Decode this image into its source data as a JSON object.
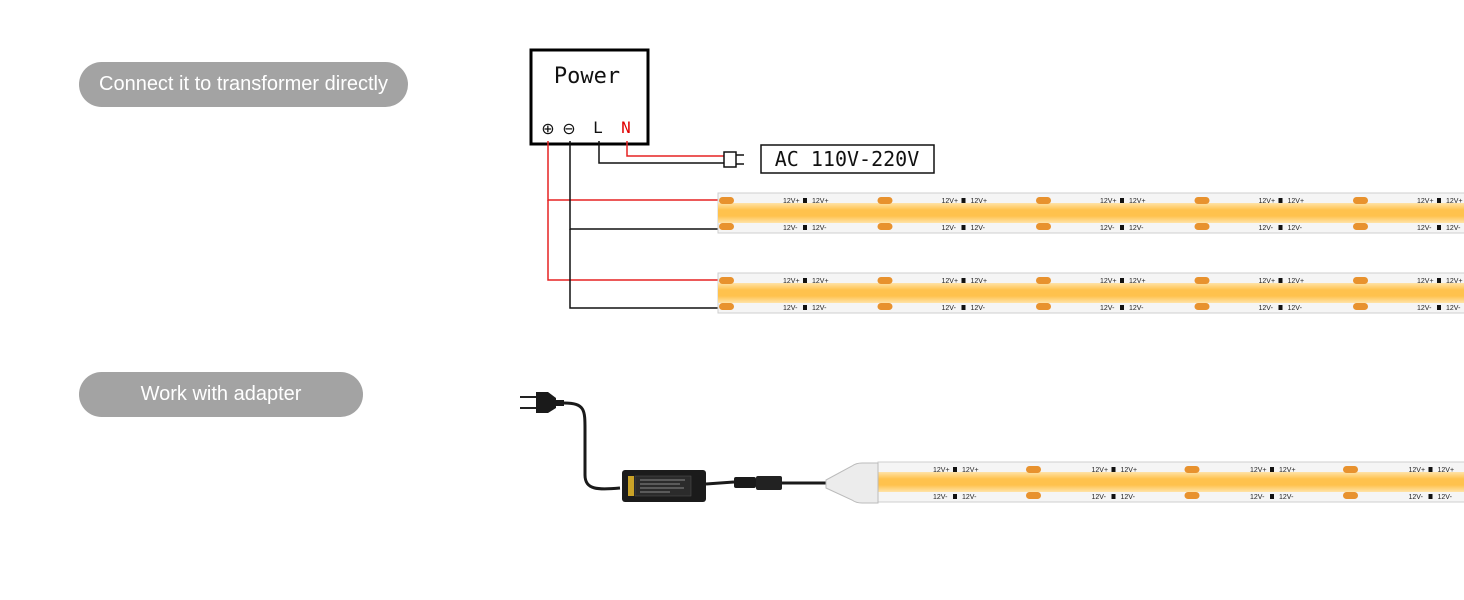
{
  "labels": {
    "mode_transformer": "Connect it to transformer directly",
    "mode_adapter": "Work with adapter"
  },
  "power_box": {
    "title": "Power",
    "plus_symbol": "⊕",
    "minus_symbol": "⊖",
    "l_label": "L",
    "n_label": "N"
  },
  "ac_input": "AC 110V-220V",
  "strip": {
    "positive_label": "12V+",
    "negative_label": "12V-"
  },
  "colors": {
    "pill": "#a3a3a3",
    "positive_wire": "#e52222",
    "negative_wire": "#111111",
    "n_label": "#e00000",
    "led_glow": "#ffc24d",
    "pad": "#e8922e"
  }
}
